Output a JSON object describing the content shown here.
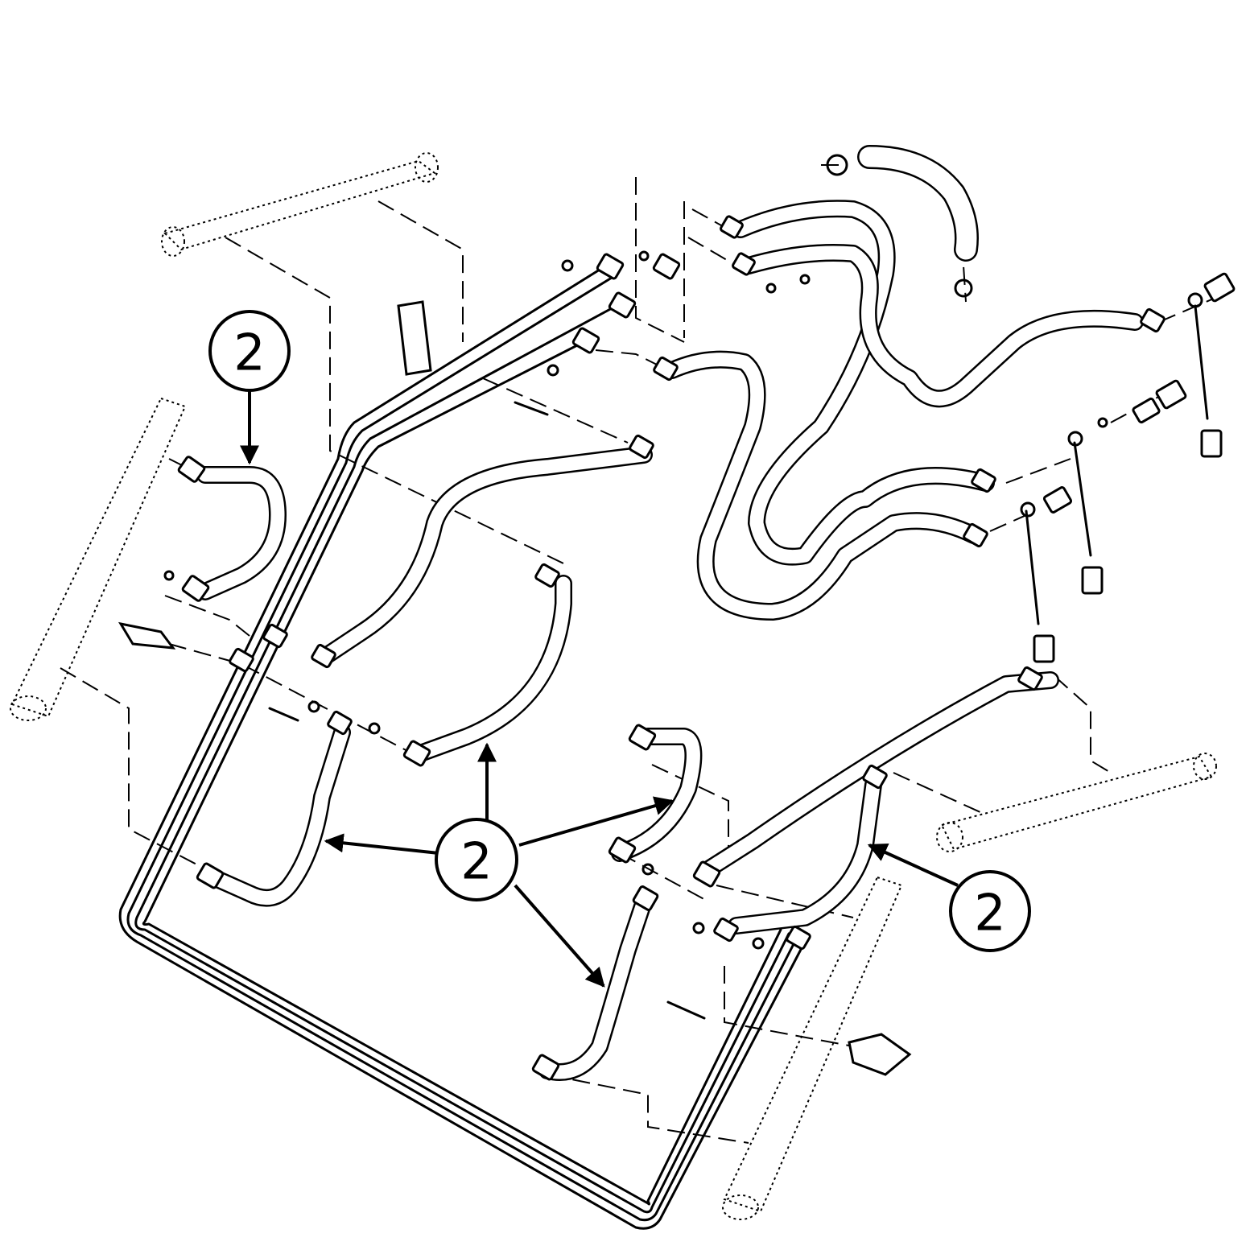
{
  "callouts": [
    {
      "id": "callout-top-left",
      "label": "2"
    },
    {
      "id": "callout-center",
      "label": "2"
    },
    {
      "id": "callout-right",
      "label": "2"
    }
  ]
}
